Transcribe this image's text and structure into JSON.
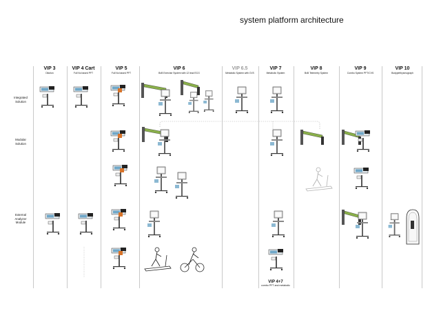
{
  "title": "system platform architecture",
  "rows": [
    {
      "id": "integrated",
      "label_line1": "Integrated",
      "label_line2": "Solution"
    },
    {
      "id": "modular",
      "label_line1": "Modular",
      "label_line2": "Solution"
    },
    {
      "id": "external",
      "label_line1": "External",
      "label_line2": "Analyzer",
      "label_line3": "Module"
    }
  ],
  "columns": [
    {
      "id": "vip3",
      "name": "VIP 3",
      "subtitle": "Dilution"
    },
    {
      "id": "vip4cart",
      "name": "VIP 4 Cart",
      "subtitle": "Full No based PFT"
    },
    {
      "id": "vip5",
      "name": "VIP 5",
      "subtitle": "Full No based PFT"
    },
    {
      "id": "vip6",
      "name": "VIP 6",
      "subtitle": "BxB Exercise System with 12 lead ECG"
    },
    {
      "id": "vip65",
      "name": "VIP 6.5",
      "subtitle": "Metabolic System with CVS"
    },
    {
      "id": "vip7",
      "name": "VIP 7",
      "subtitle": "Metabolic System"
    },
    {
      "id": "vip8",
      "name": "VIP 8",
      "subtitle": "BxB Telemetry System"
    },
    {
      "id": "vip9",
      "name": "VIP 9",
      "subtitle": "Combo System PFT/CVS"
    },
    {
      "id": "vip10",
      "name": "VIP 10",
      "subtitle": "Bodyplethysmograph"
    }
  ],
  "footer": {
    "name": "VIP 4+7",
    "subtitle": "combo PFT and metabolic"
  },
  "colors": {
    "grid_line": "#c8c8c8",
    "equipment_green": "#8ab04a",
    "equipment_blue": "#6fa7c8",
    "equipment_orange": "#d9742a",
    "muted_heading": "#9a9a9a"
  }
}
